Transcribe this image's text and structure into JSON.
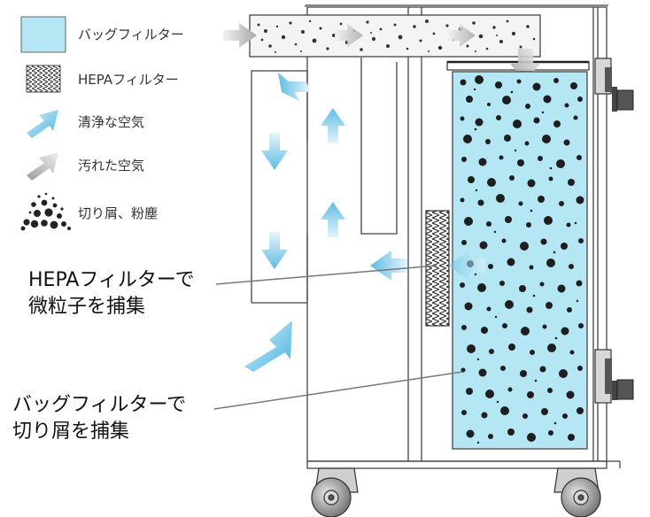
{
  "legend": {
    "bag_filter": "バッグフィルター",
    "hepa_filter": "HEPAフィルター",
    "clean_air": "清浄な空気",
    "dirty_air": "汚れた空気",
    "chips": "切り屑、粉塵"
  },
  "callouts": {
    "hepa_line1": "HEPAフィルターで",
    "hepa_line2": "微粒子を捕集",
    "bag_line1": "バッグフィルターで",
    "bag_line2": "切り屑を捕集"
  },
  "colors": {
    "bag_fill": "#b5e6f3",
    "clean_arrow": "#6cc3e6",
    "dirty_arrow": "#b7b7b7",
    "particle": "#222222",
    "outline": "#444444"
  }
}
